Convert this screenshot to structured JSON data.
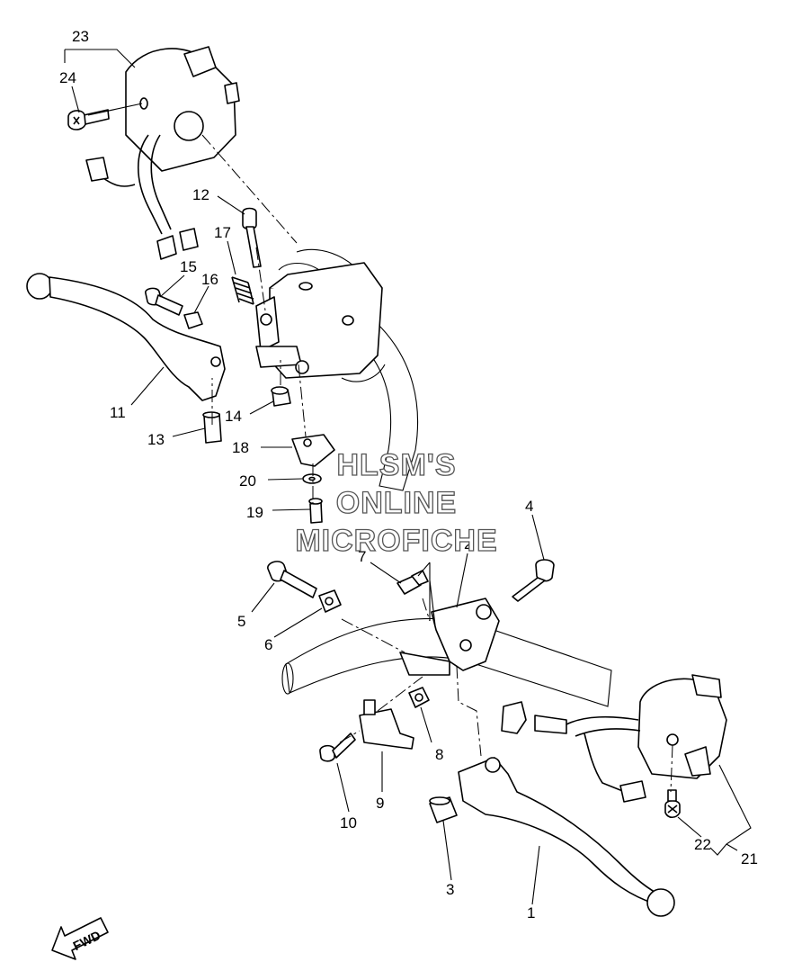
{
  "callouts": [
    {
      "id": "1",
      "label": "1"
    },
    {
      "id": "2",
      "label": "2"
    },
    {
      "id": "3",
      "label": "3"
    },
    {
      "id": "4",
      "label": "4"
    },
    {
      "id": "5",
      "label": "5"
    },
    {
      "id": "6",
      "label": "6"
    },
    {
      "id": "7",
      "label": "7"
    },
    {
      "id": "8",
      "label": "8"
    },
    {
      "id": "9",
      "label": "9"
    },
    {
      "id": "10",
      "label": "10"
    },
    {
      "id": "11",
      "label": "11"
    },
    {
      "id": "12",
      "label": "12"
    },
    {
      "id": "13",
      "label": "13"
    },
    {
      "id": "14",
      "label": "14"
    },
    {
      "id": "15",
      "label": "15"
    },
    {
      "id": "16",
      "label": "16"
    },
    {
      "id": "17",
      "label": "17"
    },
    {
      "id": "18",
      "label": "18"
    },
    {
      "id": "19",
      "label": "19"
    },
    {
      "id": "20",
      "label": "20"
    },
    {
      "id": "21",
      "label": "21"
    },
    {
      "id": "22",
      "label": "22"
    },
    {
      "id": "23",
      "label": "23"
    },
    {
      "id": "24",
      "label": "24"
    }
  ],
  "watermark": {
    "line1": "HLSM'S",
    "line2": "ONLINE",
    "line3": "MICROFICHE"
  },
  "direction_marker": {
    "label": "FWD",
    "icon": "arrow-fwd-icon"
  }
}
